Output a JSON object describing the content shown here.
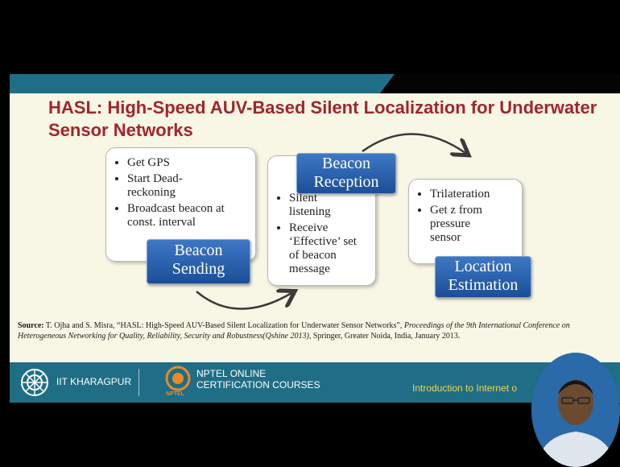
{
  "slide": {
    "title": "HASL: High-Speed AUV-Based Silent Localization for Underwater Sensor Networks",
    "beacon_sending": {
      "bullets": [
        "Get GPS",
        "Start Dead-reckoning",
        "Broadcast beacon at const. interval"
      ],
      "label_line1": "Beacon",
      "label_line2": "Sending"
    },
    "beacon_reception": {
      "bullets": [
        "Silent listening",
        "Receive ‘Effective’ set of beacon message"
      ],
      "label_line1": "Beacon",
      "label_line2": "Reception"
    },
    "location_estimation": {
      "bullets": [
        "Trilateration",
        "Get z from pressure sensor"
      ],
      "label_line1": "Location",
      "label_line2": "Estimation"
    },
    "source": {
      "prefix": "Source:",
      "text": "T. Ojha and S. Misra, “HASL: High-Speed AUV-Based Silent Localization for Underwater Sensor Networks”,",
      "italic": "Proceedings of the 9th International Conference on Heterogeneous Networking for Quality, Reliability, Security and Robustness(Qshine 2013)",
      "suffix": ", Springer, Greater Noida, India, January 2013."
    }
  },
  "footer": {
    "institute": "IIT KHARAGPUR",
    "nptel_line1": "NPTEL ONLINE",
    "nptel_line2": "CERTIFICATION COURSES",
    "nptel_logo_text": "NPTEL",
    "course": "Introduction to Internet o"
  },
  "colors": {
    "teal": "#1f6e86",
    "title_red": "#a0262c",
    "label_blue": "#1f58a8",
    "course_text": "#f5d34a"
  }
}
